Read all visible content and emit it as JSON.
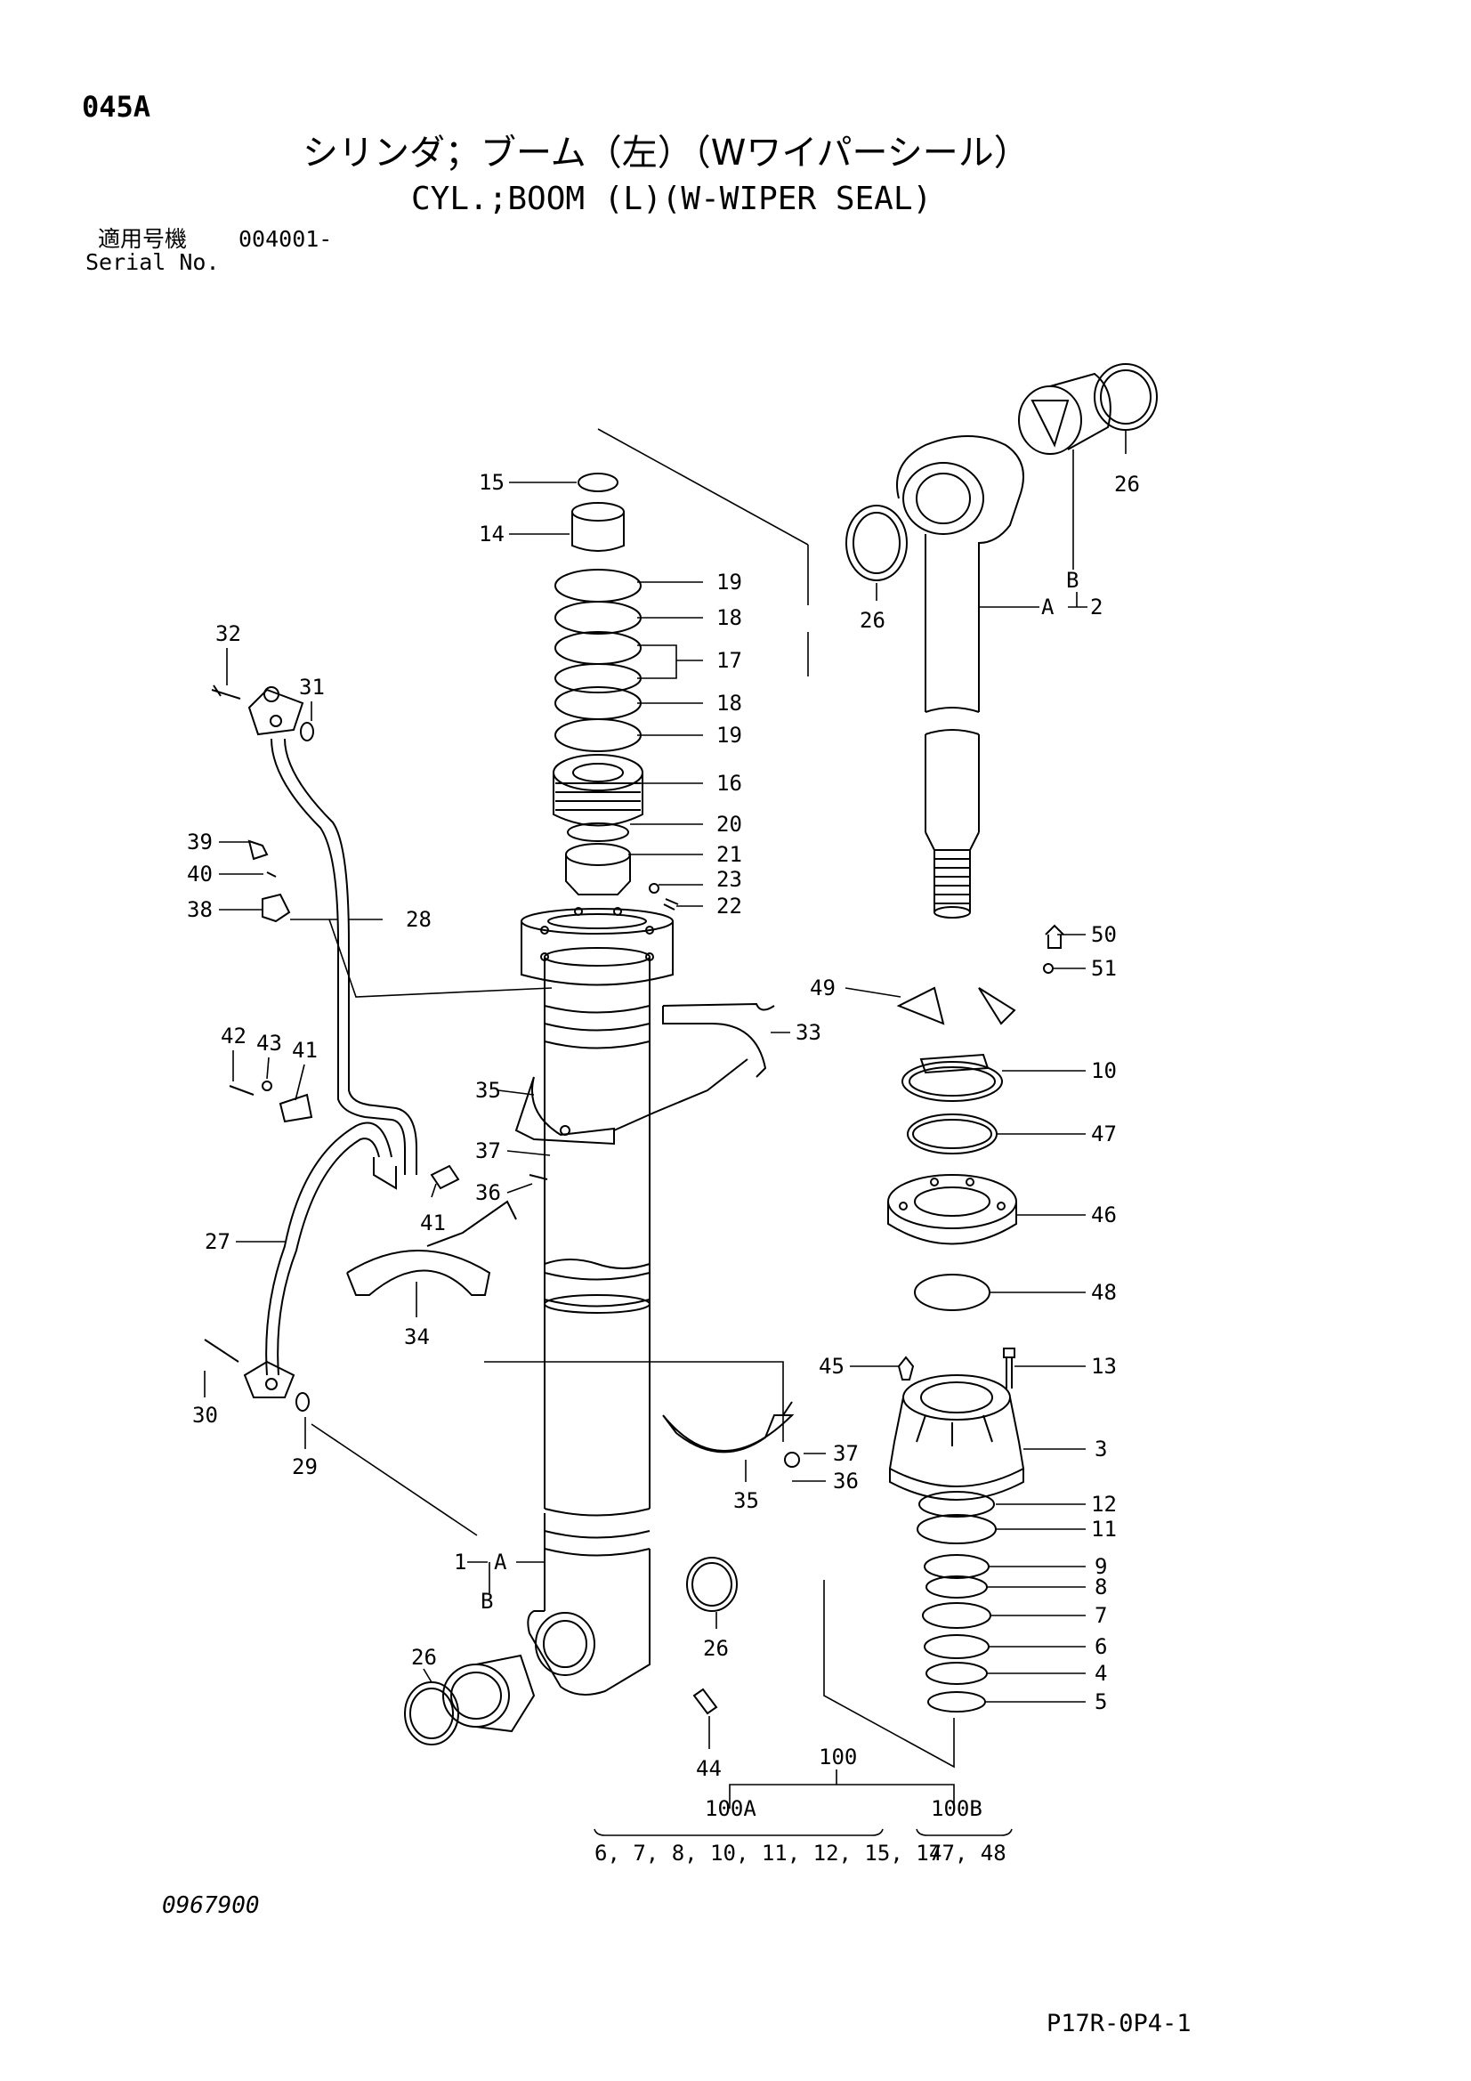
{
  "header": {
    "page_code": "045A",
    "title_jp": "シリンダ；ブーム（左）（Wワイパーシール）",
    "title_en": "CYL.;BOOM (L)(W-WIPER SEAL)",
    "serial_label_jp": "適用号機",
    "serial_value": "004001-",
    "serial_label_en": "Serial No."
  },
  "footer": {
    "drawing_no": "0967900",
    "page_ref": "P17R-0P4-1"
  },
  "callouts": {
    "c15": "15",
    "c14": "14",
    "c19a": "19",
    "c18a": "18",
    "c17": "17",
    "c18b": "18",
    "c19b": "19",
    "c16": "16",
    "c20": "20",
    "c21": "21",
    "c23": "23",
    "c22": "22",
    "c28": "28",
    "c32": "32",
    "c31": "31",
    "c39": "39",
    "c40": "40",
    "c38": "38",
    "c42": "42",
    "c43": "43",
    "c41a": "41",
    "c41b": "41",
    "c35a": "35",
    "c37a": "37",
    "c36a": "36",
    "c33": "33",
    "c27": "27",
    "c34": "34",
    "c30": "30",
    "c29": "29",
    "c35b": "35",
    "c37b": "37",
    "c36b": "36",
    "c1": "1",
    "c1A": "A",
    "c1B": "B",
    "c26a": "26",
    "c26b": "26",
    "c44": "44",
    "c26c": "26",
    "c26d": "26",
    "c2B": "B",
    "c2A": "A",
    "c2": "2",
    "c50": "50",
    "c51": "51",
    "c49": "49",
    "c10": "10",
    "c47": "47",
    "c46": "46",
    "c48": "48",
    "c45": "45",
    "c13": "13",
    "c3": "3",
    "c12": "12",
    "c11": "11",
    "c9": "9",
    "c8": "8",
    "c7": "7",
    "c6": "6",
    "c4": "4",
    "c5": "5"
  },
  "kits": {
    "main": "100",
    "a": "100A",
    "b": "100B",
    "a_items": "6, 7, 8, 10, 11, 12, 15, 17",
    "b_items": "47, 48"
  }
}
